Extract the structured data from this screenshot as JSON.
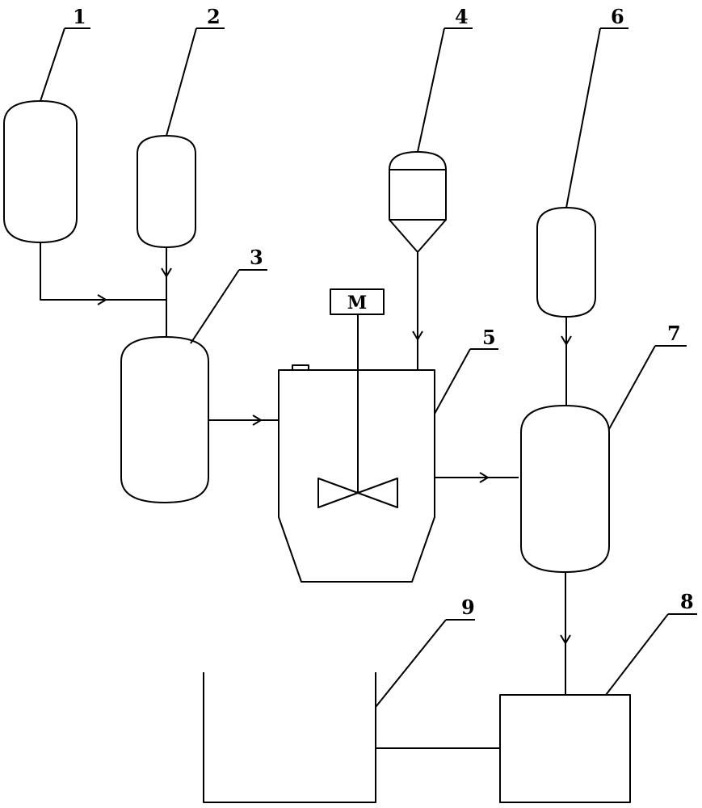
{
  "labels": {
    "l1": "1",
    "l2": "2",
    "l3": "3",
    "l4": "4",
    "l5": "5",
    "l6": "6",
    "l7": "7",
    "l8": "8",
    "l9": "9"
  },
  "motor": {
    "label": "M"
  }
}
